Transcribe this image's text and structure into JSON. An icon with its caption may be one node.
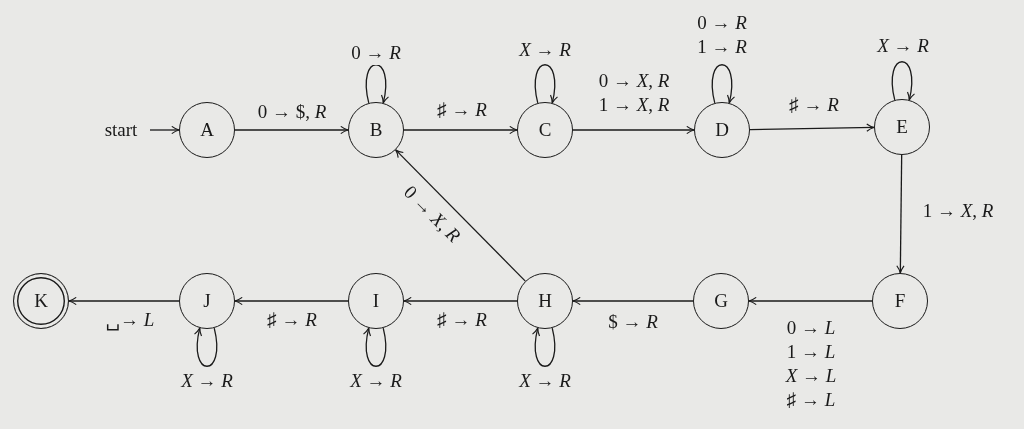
{
  "diagram": {
    "nodes": [
      {
        "text": [
          "start"
        ]
      },
      {
        "text": [
          "A"
        ]
      },
      {
        "text": [
          "B"
        ]
      },
      {
        "text": [
          "C"
        ]
      },
      {
        "text": [
          "D"
        ]
      },
      {
        "text": [
          "E"
        ]
      },
      {
        "text": [
          "F"
        ]
      },
      {
        "text": [
          "G"
        ]
      },
      {
        "text": [
          "H"
        ]
      },
      {
        "text": [
          "I"
        ]
      },
      {
        "text": [
          "J"
        ]
      },
      {
        "text": [
          "K"
        ]
      }
    ],
    "edges": [
      {
        "from": 0,
        "to": 1,
        "arrow": "to"
      },
      {
        "from": 1,
        "to": 2,
        "arrow": "to",
        "label": "0 → $, *R*"
      },
      {
        "from": 2,
        "to": 2,
        "arrow": "to",
        "label": "0 → *R*"
      },
      {
        "from": 2,
        "to": 3,
        "arrow": "to",
        "label": "♯ → *R*"
      },
      {
        "from": 3,
        "to": 3,
        "arrow": "to",
        "label": "*X* → *R*"
      },
      {
        "from": 3,
        "to": 4,
        "arrow": "to",
        "label": "0 → *X*, *R* 1 → *X*, *R*"
      },
      {
        "from": 4,
        "to": 4,
        "arrow": "to",
        "label": "0 → *R* 1 → *R*"
      },
      {
        "from": 4,
        "to": 5,
        "arrow": "to",
        "label": "♯ → *R*"
      },
      {
        "from": 5,
        "to": 5,
        "arrow": "to",
        "label": "*X* → *R*"
      },
      {
        "from": 5,
        "to": 6,
        "arrow": "to",
        "label": "1 → *X*, *R*"
      },
      {
        "from": 6,
        "to": 7,
        "arrow": "to",
        "label": "0 → *L* 1 → *L* *X* → *L* ♯ → *L*"
      },
      {
        "from": 7,
        "to": 8,
        "arrow": "to",
        "label": "$ → *R*"
      },
      {
        "from": 8,
        "to": 8,
        "arrow": "to",
        "label": "*X* → *R*"
      },
      {
        "from": 8,
        "to": 2,
        "arrow": "to",
        "label": "0 → *X*, *R*"
      },
      {
        "from": 8,
        "to": 9,
        "arrow": "to",
        "label": "♯ → *R*"
      },
      {
        "from": 9,
        "to": 9,
        "arrow": "to",
        "label": "*X* → *R*"
      },
      {
        "from": 9,
        "to": 10,
        "arrow": "to",
        "label": "♯ → *R*"
      },
      {
        "from": 10,
        "to": 10,
        "arrow": "to",
        "label": "*X* → *R*"
      },
      {
        "from": 10,
        "to": 11,
        "arrow": "to",
        "label": "␣→ *L*"
      }
    ]
  }
}
